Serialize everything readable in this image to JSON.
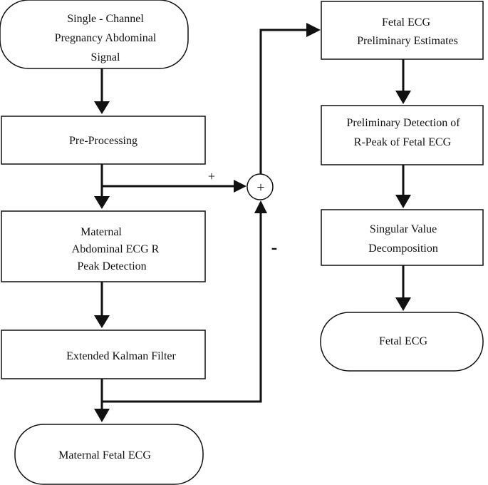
{
  "nodes": {
    "input_signal": [
      "Single - Channel",
      "Pregnancy Abdominal",
      "Signal"
    ],
    "pre_processing": [
      "Pre-Processing"
    ],
    "r_peak_detection": [
      "Maternal",
      "Abdominal ECG R",
      "Peak Detection"
    ],
    "kalman_filter": [
      "Extended Kalman Filter"
    ],
    "maternal_output": [
      "Maternal Fetal ECG"
    ],
    "fetal_preliminary": [
      "Fetal ECG",
      "Preliminary Estimates"
    ],
    "fetal_r_peak": [
      "Preliminary Detection of",
      "R-Peak of Fetal ECG"
    ],
    "svd": [
      "Singular Value",
      "Decomposition"
    ],
    "fetal_output": [
      "Fetal ECG"
    ]
  },
  "summing_junction": {
    "symbol": "+",
    "plus_sign": "+",
    "minus_sign": "-"
  }
}
